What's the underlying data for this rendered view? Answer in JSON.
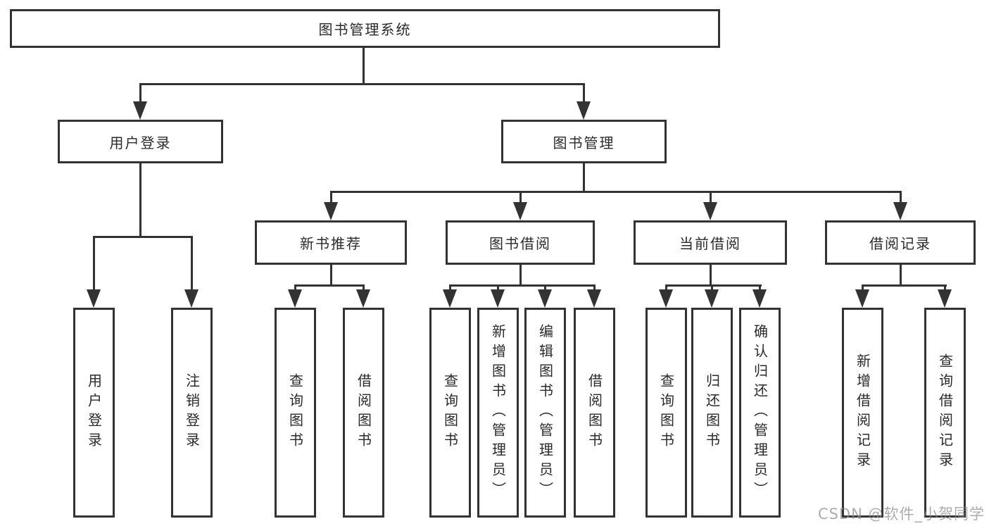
{
  "diagram_type": "hierarchy-structure-chart",
  "colors": {
    "line": "#333333",
    "text": "#2a2a2a",
    "background": "#ffffff",
    "watermark": "#8c8c8c"
  },
  "watermark": {
    "text": "CSDN @软件_小贺同学"
  },
  "tree": {
    "label": "图书管理系统",
    "children": [
      {
        "label": "用户登录",
        "children": [
          {
            "label": "用户登录"
          },
          {
            "label": "注销登录"
          }
        ]
      },
      {
        "label": "图书管理",
        "children": [
          {
            "label": "新书推荐",
            "children": [
              {
                "label": "查询图书"
              },
              {
                "label": "借阅图书"
              }
            ]
          },
          {
            "label": "图书借阅",
            "children": [
              {
                "label": "查询图书"
              },
              {
                "label": "新增图书（管理员）"
              },
              {
                "label": "编辑图书（管理员）"
              },
              {
                "label": "借阅图书"
              }
            ]
          },
          {
            "label": "当前借阅",
            "children": [
              {
                "label": "查询图书"
              },
              {
                "label": "归还图书"
              },
              {
                "label": "确认归还（管理员）"
              }
            ]
          },
          {
            "label": "借阅记录",
            "children": [
              {
                "label": "新增借阅记录"
              },
              {
                "label": "查询借阅记录"
              }
            ]
          }
        ]
      }
    ]
  }
}
